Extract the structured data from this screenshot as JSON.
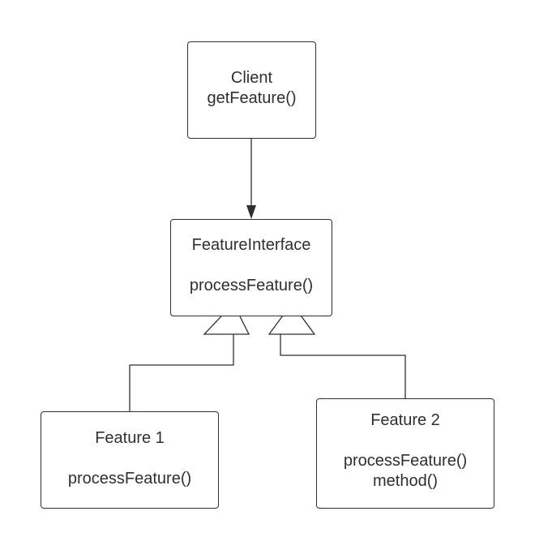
{
  "nodes": {
    "client": {
      "name": "Client",
      "method": "getFeature()"
    },
    "feature_interface": {
      "name": "FeatureInterface",
      "method": "processFeature()"
    },
    "feature_1": {
      "name": "Feature 1",
      "method": "processFeature()"
    },
    "feature_2": {
      "name": "Feature 2",
      "method": "processFeature()",
      "method_2": "method()"
    }
  },
  "edges": [
    {
      "from": "client",
      "to": "feature_interface",
      "type": "association"
    },
    {
      "from": "feature_1",
      "to": "feature_interface",
      "type": "inheritance"
    },
    {
      "from": "feature_2",
      "to": "feature_interface",
      "type": "inheritance"
    }
  ],
  "colors": {
    "stroke": "#2d2f36",
    "fill": "#ffffff",
    "text": "#2d2f36"
  }
}
